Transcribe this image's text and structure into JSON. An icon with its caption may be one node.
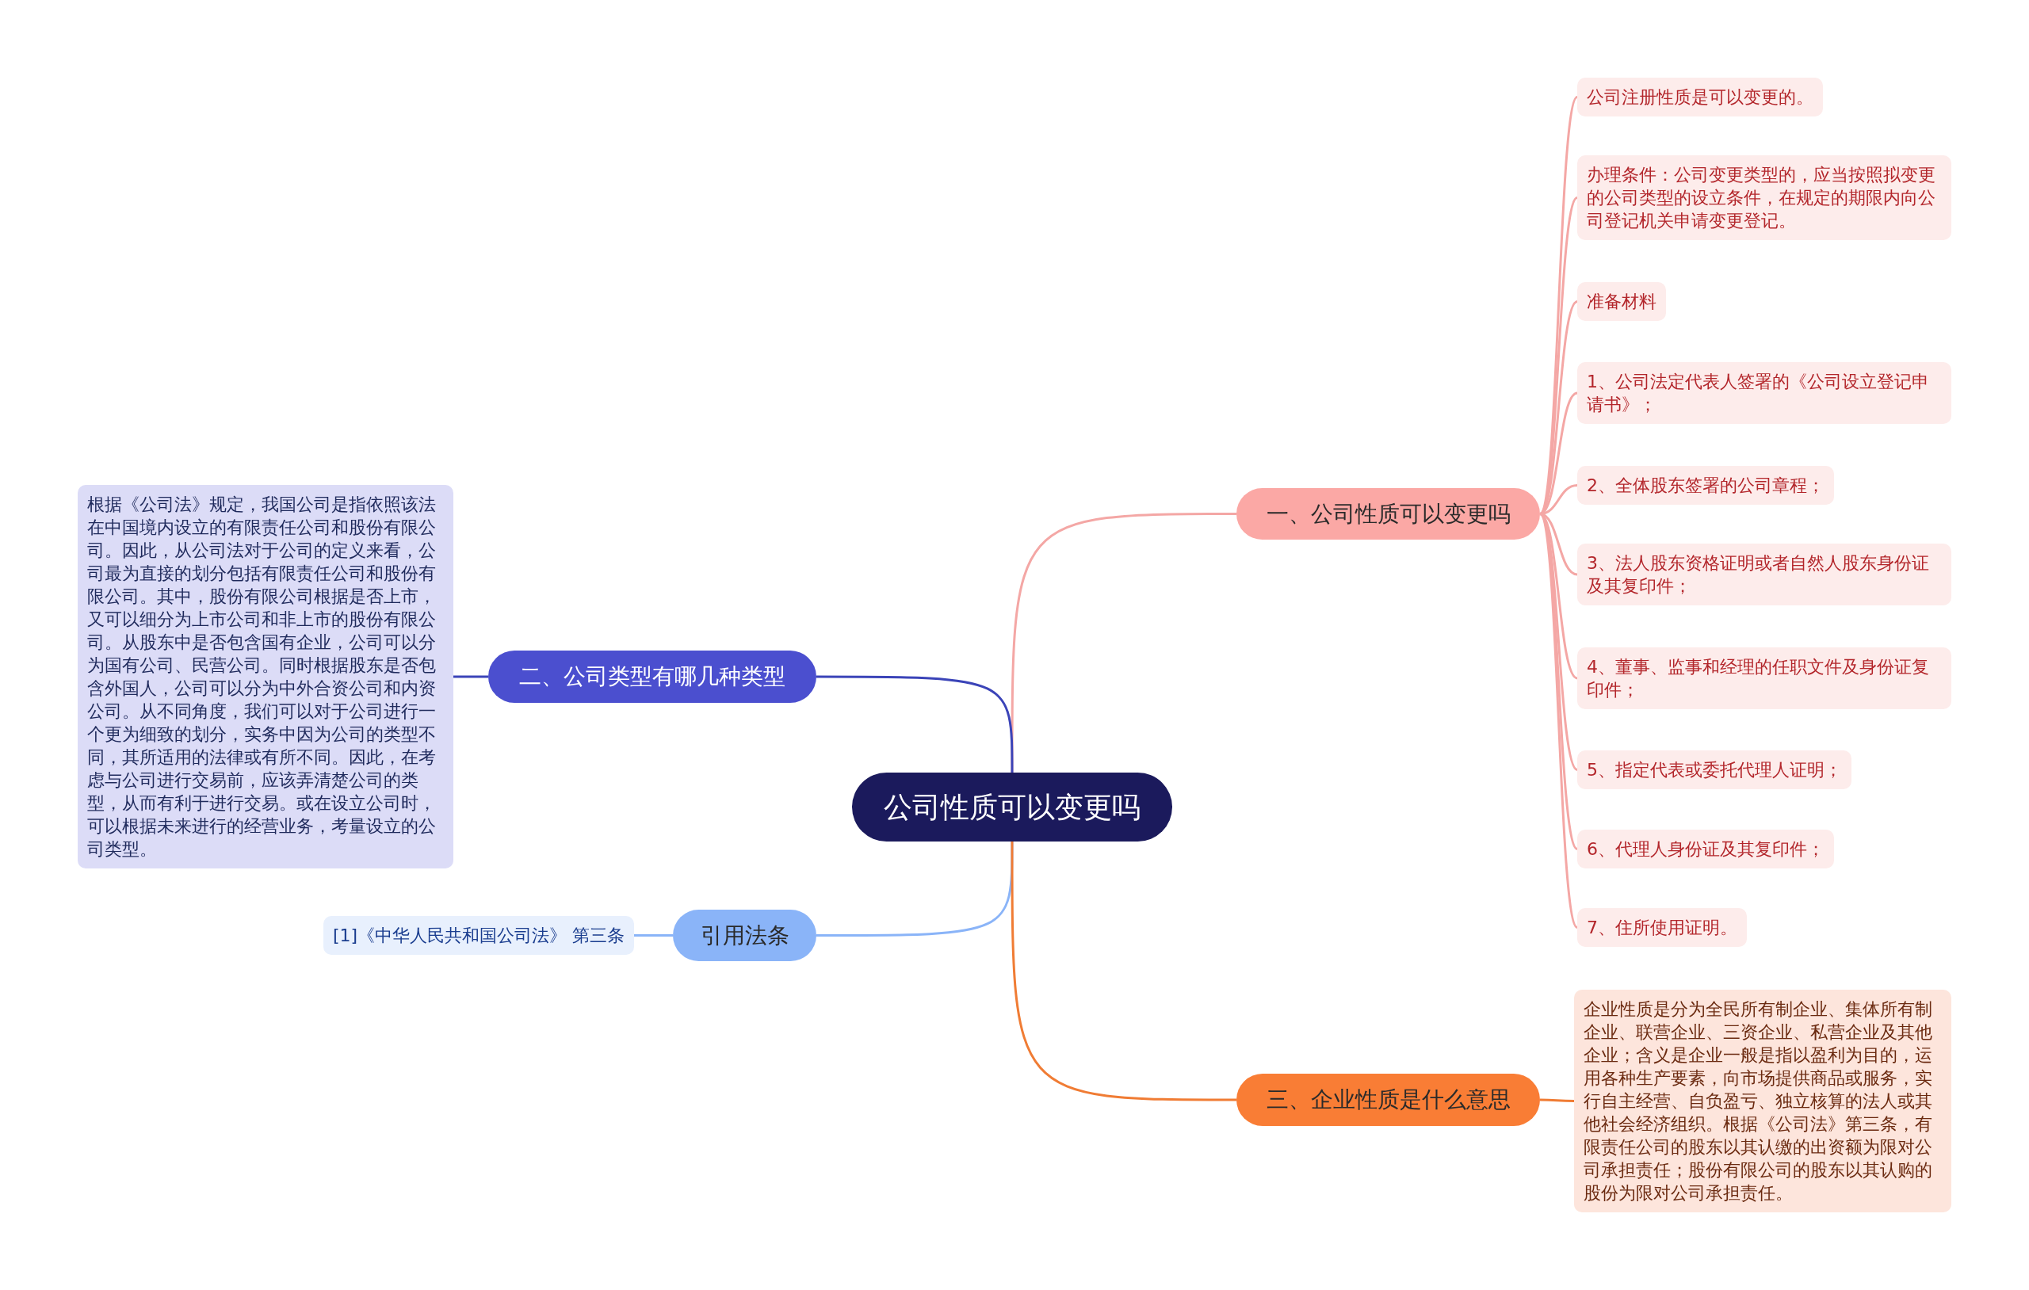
{
  "diagram": {
    "nodes": [
      {
        "text": [
          "公司性质可以变更吗"
        ]
      },
      {
        "text": [
          "一、公司性质可以变更吗"
        ]
      },
      {
        "text": [
          "公司注册性质是可以变更的。"
        ]
      },
      {
        "text": [
          "办理条件：公司变更类型的，应当按照拟变更的公司类型的设立条件，在规定的期限内向公司登记机关申请变更登记。"
        ]
      },
      {
        "text": [
          "准备材料"
        ]
      },
      {
        "text": [
          "1、公司法定代表人签署的《公司设立登记申请书》；"
        ]
      },
      {
        "text": [
          "2、全体股东签署的公司章程；"
        ]
      },
      {
        "text": [
          "3、法人股东资格证明或者自然人股东身份证及其复印件；"
        ]
      },
      {
        "text": [
          "4、董事、监事和经理的任职文件及身份证复印件；"
        ]
      },
      {
        "text": [
          "5、指定代表或委托代理人证明；"
        ]
      },
      {
        "text": [
          "6、代理人身份证及其复印件；"
        ]
      },
      {
        "text": [
          "7、住所使用证明。"
        ]
      },
      {
        "text": [
          "二、公司类型有哪几种类型"
        ]
      },
      {
        "text": [
          "根据《公司法》规定，我国公司是指依照该法在中国境内设立的有限责任公司和股份有限公司。因此，从公司法对于公司的定义来看，公司最为直接的划分包括有限责任公司和股份有限公司。其中，股份有限公司根据是否上市，又可以细分为上市公司和非上市的股份有限公司。从股东中是否包含国有企业，公司可以分为国有公司、民营公司。同时根据股东是否包含外国人，公司可以分为中外合资公司和内资公司。从不同角度，我们可以对于公司进行一个更为细致的划分，实务中因为公司的类型不同，其所适用的法律或有所不同。因此，在考虑与公司进行交易前，应该弄清楚公司的类型，从而有利于进行交易。或在设立公司时，可以根据未来进行的经营业务，考量设立的公司类型。"
        ]
      },
      {
        "text": [
          "引用法条"
        ]
      },
      {
        "text": [
          "[1]《中华人民共和国公司法》 第三条"
        ]
      },
      {
        "text": [
          "三、企业性质是什么意思"
        ]
      },
      {
        "text": [
          "企业性质是分为全民所有制企业、集体所有制企业、联营企业、三资企业、私营企业及其他企业；含义是企业一般是指以盈利为目的，运用各种生产要素，向市场提供商品或服务，实行自主经营、自负盈亏、独立核算的法人或其他社会经济组织。根据《公司法》第三条，有限责任公司的股东以其认缴的出资额为限对公司承担责任；股份有限公司的股东以其认购的股份为限对公司承担责任。"
        ]
      }
    ],
    "edges": [
      {
        "from": 0,
        "to": 1,
        "arrow": "none"
      },
      {
        "from": 1,
        "to": 2,
        "arrow": "none"
      },
      {
        "from": 1,
        "to": 3,
        "arrow": "none"
      },
      {
        "from": 1,
        "to": 4,
        "arrow": "none"
      },
      {
        "from": 1,
        "to": 5,
        "arrow": "none"
      },
      {
        "from": 1,
        "to": 6,
        "arrow": "none"
      },
      {
        "from": 1,
        "to": 7,
        "arrow": "none"
      },
      {
        "from": 1,
        "to": 8,
        "arrow": "none"
      },
      {
        "from": 1,
        "to": 9,
        "arrow": "none"
      },
      {
        "from": 1,
        "to": 10,
        "arrow": "none"
      },
      {
        "from": 1,
        "to": 11,
        "arrow": "none"
      },
      {
        "from": 0,
        "to": 12,
        "arrow": "none",
        "color": "#3b44b8"
      },
      {
        "from": 12,
        "to": 13,
        "arrow": "none",
        "color": "#3b44b8"
      },
      {
        "from": 0,
        "to": 14,
        "arrow": "none",
        "color": "#8ab4f8"
      },
      {
        "from": 14,
        "to": 15,
        "arrow": "none",
        "color": "#8ab4f8"
      },
      {
        "from": 0,
        "to": 16,
        "arrow": "none",
        "color": "#f07c34"
      },
      {
        "from": 16,
        "to": 17,
        "arrow": "none",
        "color": "#f07c34"
      }
    ]
  }
}
